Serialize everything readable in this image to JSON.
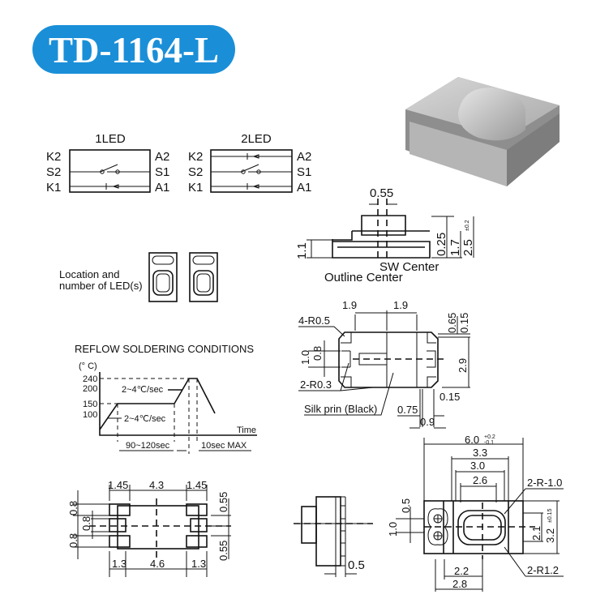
{
  "title": "TD-1164-L",
  "colors": {
    "badge": "#1a8fd8",
    "ink": "#111111"
  },
  "schematic": {
    "one_led": {
      "title": "1LED",
      "left_pins": [
        "K2",
        "S2",
        "K1"
      ],
      "right_pins": [
        "A2",
        "S1",
        "A1"
      ]
    },
    "two_led": {
      "title": "2LED",
      "left_pins": [
        "K2",
        "S2",
        "K1"
      ],
      "right_pins": [
        "A2",
        "S1",
        "A1"
      ]
    }
  },
  "led_location": {
    "line1": "Location and",
    "line2": "number of LED(s)"
  },
  "side_view": {
    "d1": "0.55",
    "d2": "1.1",
    "d3": "0.25",
    "d4": "1.7",
    "d5": "2.5",
    "d5_tol": "±0.2",
    "sw_center": "SW Center",
    "outline_center": "Outline Center"
  },
  "top_view": {
    "d_left": "1.9",
    "d_right": "1.9",
    "r1": "4-R0.5",
    "r2": "2-R0.3",
    "d065": "0.65",
    "d015a": "0.15",
    "d29": "2.9",
    "d10": "1.0",
    "d08": "0.8",
    "silk": "Silk prin (Black)",
    "d015b": "0.15",
    "d075": "0.75",
    "d09": "0.9"
  },
  "reflow": {
    "title": "REFLOW SOLDERING CONDITIONS",
    "unit": "(° C)",
    "y_ticks": [
      "240",
      "200",
      "150",
      "100"
    ],
    "rate_upper": "2~4℃/sec",
    "rate_lower": "2~4℃/sec",
    "x_label": "Time",
    "preheat": "90~120sec",
    "peak": "10sec  MAX"
  },
  "footprint": {
    "top": [
      "1.45",
      "4.3",
      "1.45"
    ],
    "bottom": [
      "1.3",
      "4.6",
      "1.3"
    ],
    "left": [
      "0.8",
      "0.8",
      "0.8"
    ],
    "right": [
      "0.55",
      "0.55"
    ]
  },
  "profile_view": {
    "d": "0.5"
  },
  "front_view": {
    "d60": "6.0",
    "d60_tol_up": "+0.2",
    "d60_tol_dn": "-0.1",
    "d33": "3.3",
    "d30": "3.0",
    "d26": "2.6",
    "r10": "2-R-1.0",
    "d05": "0.5",
    "d10": "1.0",
    "d21": "2.1",
    "d32": "3.2",
    "d32_tol": "±0.15",
    "r12": "2-R1.2",
    "d22": "2.2",
    "d28": "2.8"
  }
}
